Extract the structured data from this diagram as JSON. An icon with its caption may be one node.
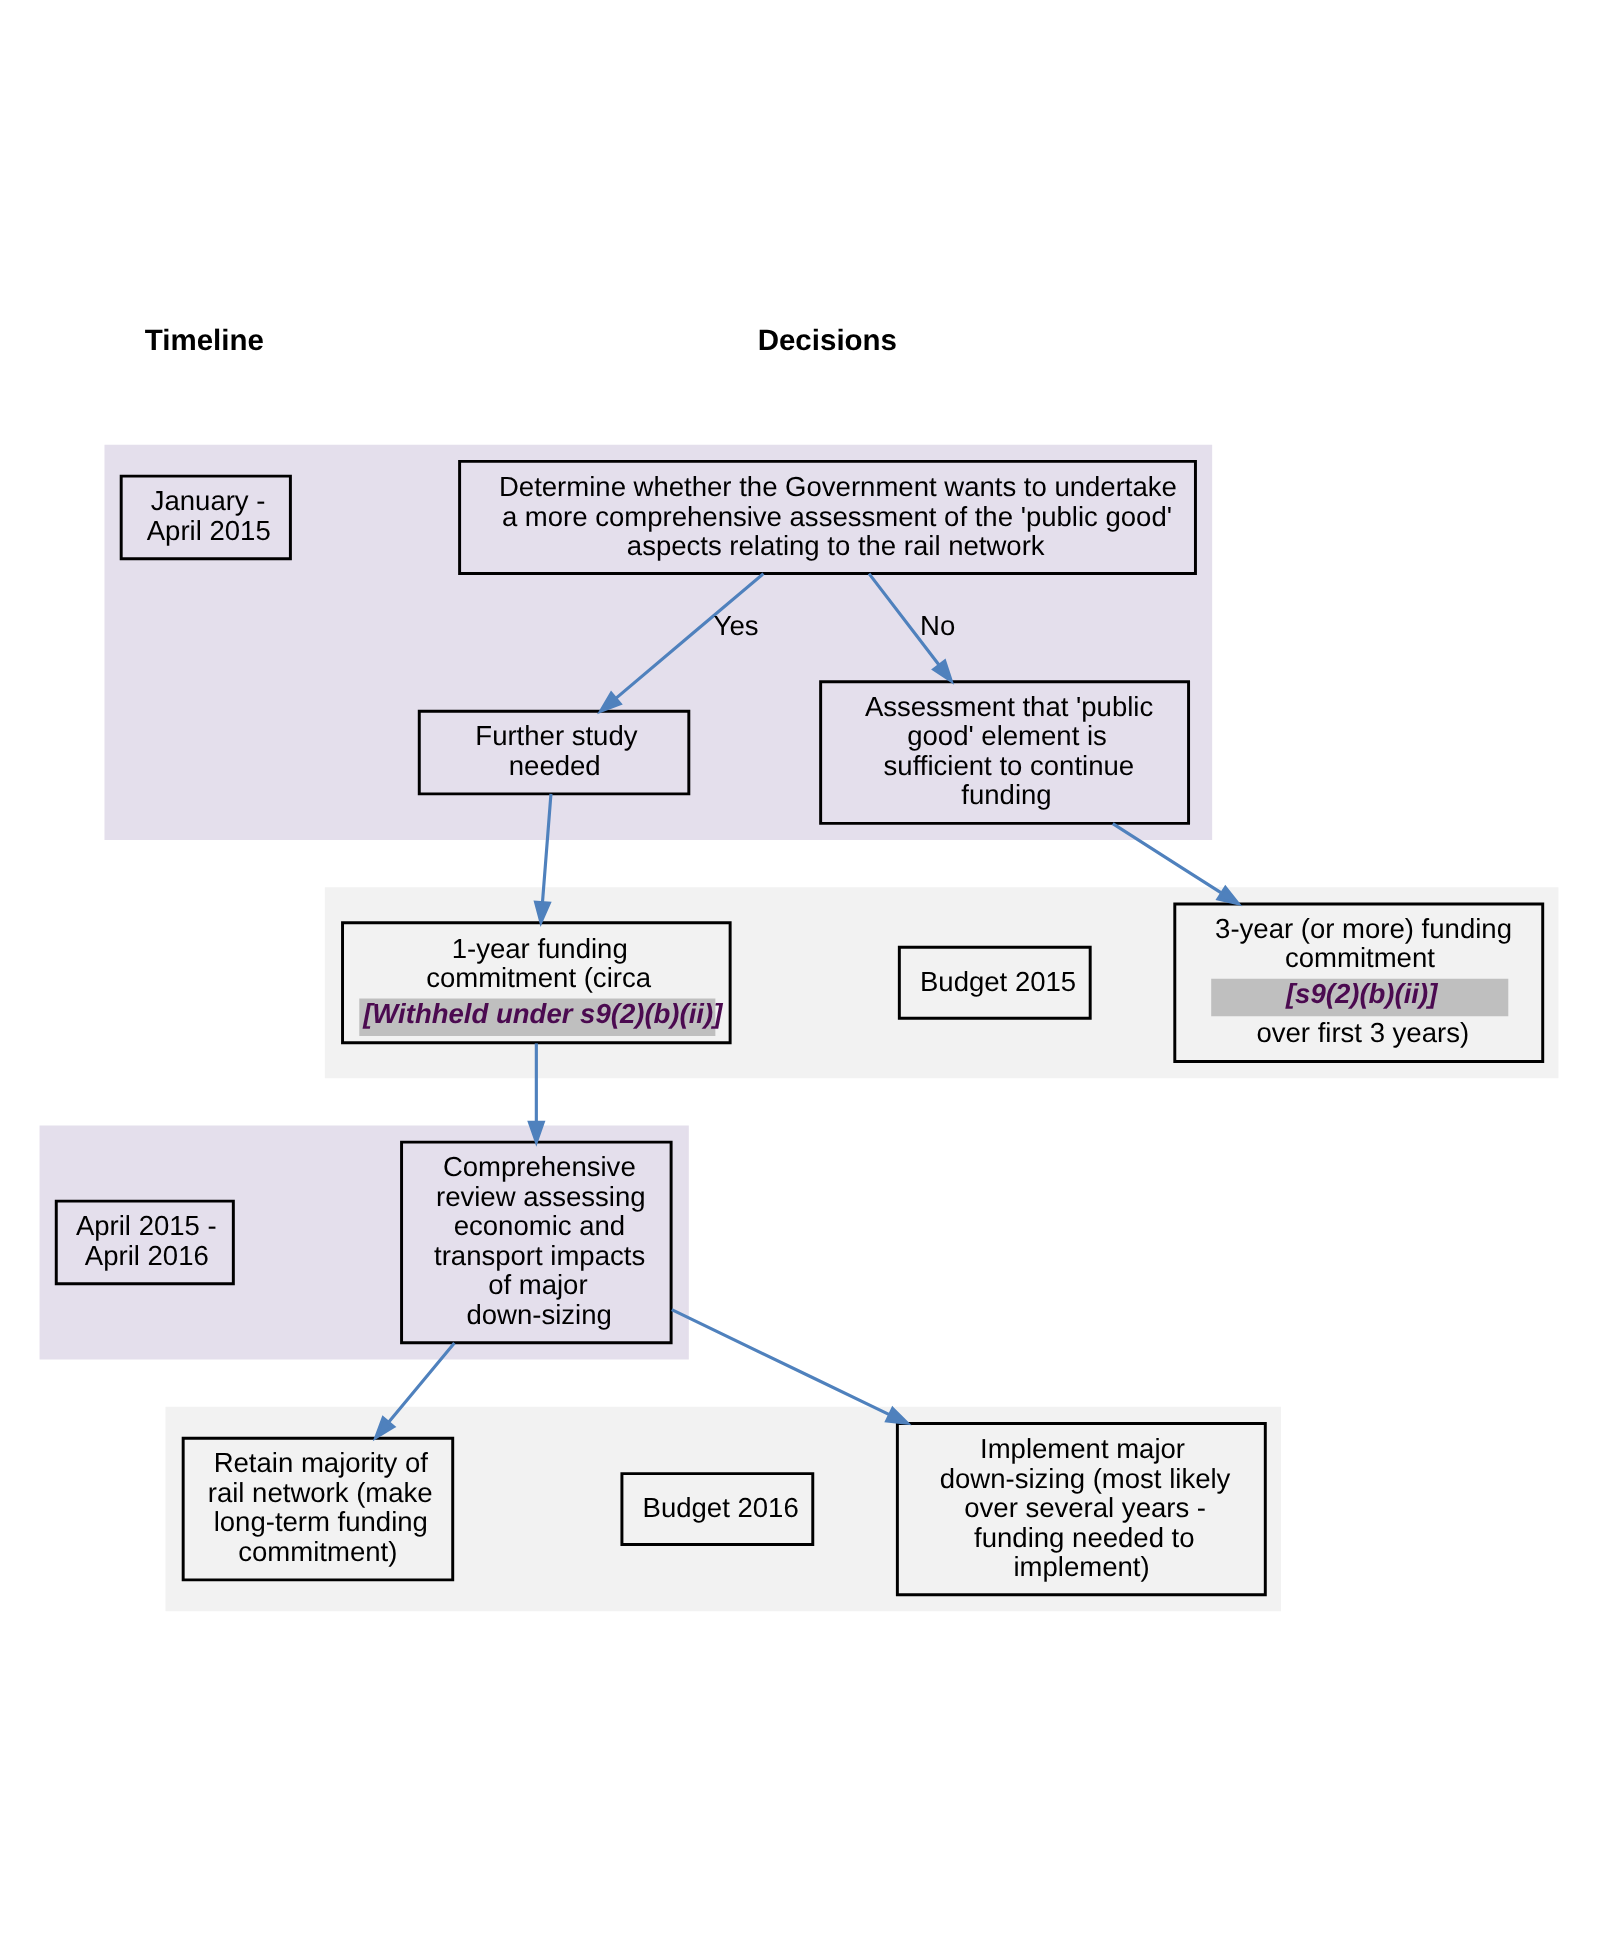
{
  "diagram": {
    "nodes": [
      {
        "text": [],
        "shape": "band"
      },
      {
        "text": [
          "January - April 2015"
        ],
        "in": 0
      },
      {
        "text": [
          "Determine whether the Government wants to undertake a more comprehensive assessment of the 'public good' aspects relating to the rail network"
        ],
        "in": 0
      },
      {
        "text": [
          "Further study needed"
        ],
        "in": 0
      },
      {
        "text": [
          "Assessment that 'public good' element is sufficient to continue funding"
        ],
        "in": 0
      },
      {
        "text": [],
        "shape": "band"
      },
      {
        "text": [
          "Budget 2015"
        ],
        "in": 5
      },
      {
        "text": [
          "1-year funding commitment (circa",
          "[Withheld under s9(2)(b)(ii)]"
        ],
        "in": 5
      },
      {
        "text": [
          "3-year (or more) funding commitment",
          "[s9(2)(b)(ii)]",
          "over first 3 years)"
        ],
        "in": 5
      },
      {
        "text": [],
        "shape": "band"
      },
      {
        "text": [
          "April 2015 - April 2016"
        ],
        "in": 9
      },
      {
        "text": [
          "Comprehensive review assessing economic and transport impacts of major down-sizing"
        ],
        "in": 9
      },
      {
        "text": [],
        "shape": "band"
      },
      {
        "text": [
          "Budget 2016"
        ],
        "in": 12
      },
      {
        "text": [
          "Retain majority of rail network (make long-term funding commitment)"
        ],
        "in": 12
      },
      {
        "text": [
          "Implement major down-sizing (most likely over several years - funding needed to implement)"
        ],
        "in": 12
      }
    ],
    "edges": [
      {
        "from": 2,
        "to": 3,
        "label": "Yes",
        "arrow": "to"
      },
      {
        "from": 2,
        "to": 4,
        "label": "No",
        "arrow": "to"
      },
      {
        "from": 3,
        "to": 7,
        "arrow": "to"
      },
      {
        "from": 4,
        "to": 8,
        "arrow": "to"
      },
      {
        "from": 7,
        "to": 11,
        "arrow": "to"
      },
      {
        "from": 11,
        "to": 14,
        "arrow": "to"
      },
      {
        "from": 11,
        "to": 15,
        "arrow": "to"
      }
    ],
    "labels": [
      "Timeline",
      "Decisions"
    ]
  }
}
